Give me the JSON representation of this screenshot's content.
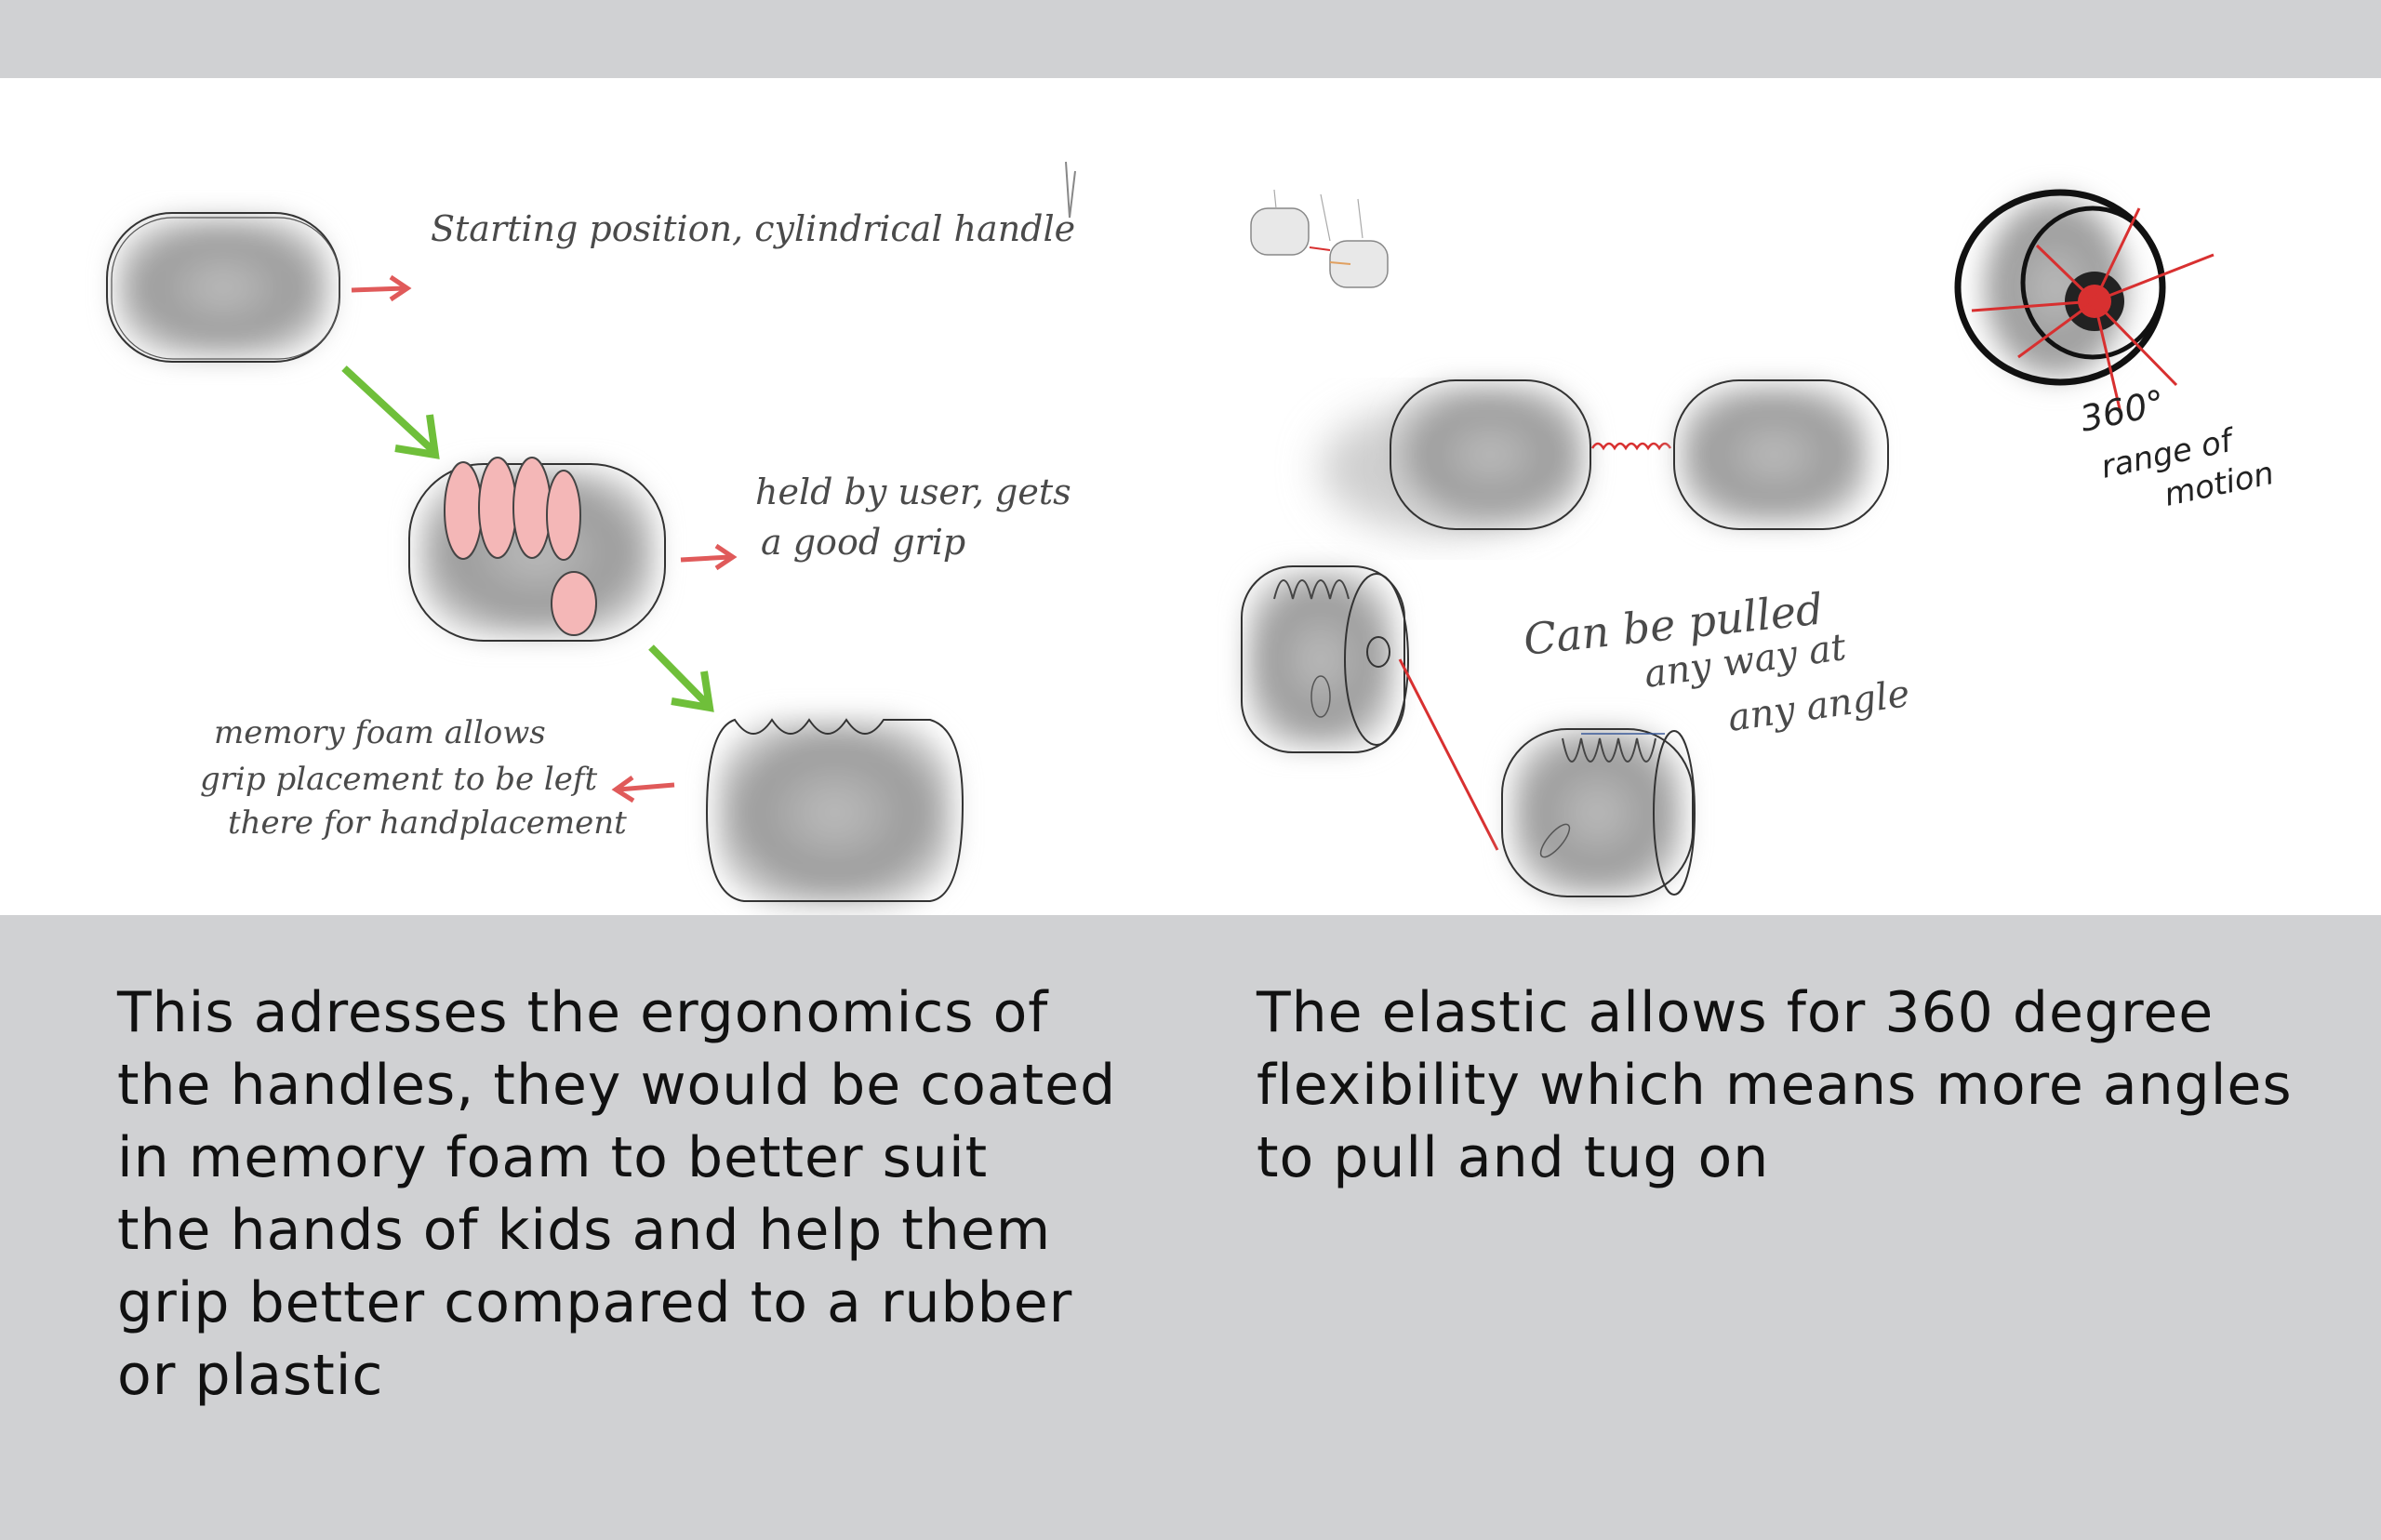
{
  "sketch_labels": {
    "starting_position": "Starting position, cylindrical handle",
    "held_by_user_1": "held by user, gets",
    "held_by_user_2": "a good grip",
    "memory_foam_1": "memory foam allows",
    "memory_foam_2": "grip placement to be left",
    "memory_foam_3": "there for handplacement",
    "pulled_1": "Can be pulled",
    "pulled_2": "any way at",
    "pulled_3": "any angle",
    "range_1": "360°",
    "range_2": "range of",
    "range_3": "motion"
  },
  "captions": {
    "left": [
      "This adresses the ergonomics of",
      "the handles, they would be coated",
      "in memory foam to better suit",
      "the hands of kids and help them",
      "grip better compared to a rubber",
      "or plastic"
    ],
    "right": [
      "The elastic allows for 360 degree",
      "flexibility which means more angles",
      "to pull and tug on"
    ]
  },
  "colors": {
    "background": "#d0d1d3",
    "sketch_paper": "#ffffff",
    "arrow_red": "#e05a5a",
    "arrow_green": "#6fbf3a",
    "line_red": "#d83030"
  }
}
